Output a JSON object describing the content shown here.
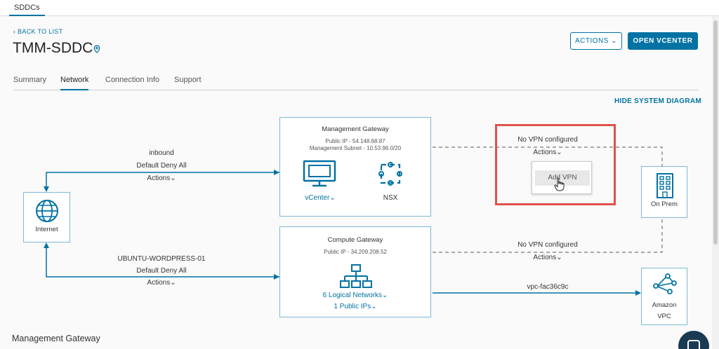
{
  "topbar": {
    "tab": "SDDCs"
  },
  "header": {
    "back_label": "BACK TO LIST",
    "title": "TMM-SDDC",
    "actions_label": "ACTIONS",
    "open_vcenter_label": "OPEN VCENTER"
  },
  "tabs": [
    "Summary",
    "Network",
    "Connection Info",
    "Support"
  ],
  "active_tab": "Network",
  "hide_diagram_label": "HIDE SYSTEM DIAGRAM",
  "internet": {
    "label": "Internet"
  },
  "inbound_link": {
    "name": "inbound",
    "rule": "Default Deny All",
    "actions": "Actions"
  },
  "compute_link": {
    "name": "UBUNTU-WORDPRESS-01",
    "rule": "Default Deny All",
    "actions": "Actions"
  },
  "management_gateway": {
    "title": "Management Gateway",
    "public_ip": "Public IP - 54.148.68.87",
    "subnet": "Management Subnet - 10.53.96.0/20",
    "vcenter_label": "vCenter",
    "nsx_label": "NSX"
  },
  "compute_gateway": {
    "title": "Compute Gateway",
    "public_ip": "Public IP - 34.209.208.52",
    "logical_networks": "6 Logical Networks",
    "public_ips": "1 Public IPs"
  },
  "vpn_management": {
    "status": "No VPN configured",
    "actions": "Actions",
    "menu_item": "Add VPN"
  },
  "vpn_compute": {
    "status": "No VPN configured",
    "actions": "Actions"
  },
  "on_prem": {
    "label": "On Prem"
  },
  "vpc_link": {
    "label": "vpc-fac36c9c"
  },
  "amazon_vpc": {
    "line1": "Amazon",
    "line2": "VPC"
  },
  "section_heading": "Management Gateway",
  "colors": {
    "accent": "#0072a3",
    "highlight": "#e0524d",
    "box_border": "#7fb8d4"
  }
}
